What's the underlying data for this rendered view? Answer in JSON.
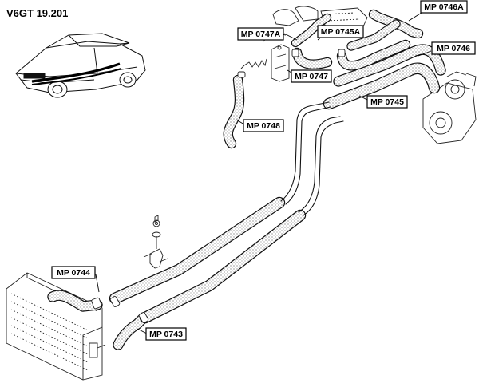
{
  "document": {
    "reference": "V6GT 19.201"
  },
  "callouts": [
    {
      "id": "mp0746a",
      "label": "MP 0746A"
    },
    {
      "id": "mp0747a",
      "label": "MP 0747A"
    },
    {
      "id": "mp0745a",
      "label": "MP 0745A"
    },
    {
      "id": "mp0746",
      "label": "MP 0746"
    },
    {
      "id": "mp0747",
      "label": "MP 0747"
    },
    {
      "id": "mp0745",
      "label": "MP 0745"
    },
    {
      "id": "mp0748",
      "label": "MP 0748"
    },
    {
      "id": "mp0744",
      "label": "MP 0744"
    },
    {
      "id": "mp0743",
      "label": "MP 0743"
    }
  ]
}
